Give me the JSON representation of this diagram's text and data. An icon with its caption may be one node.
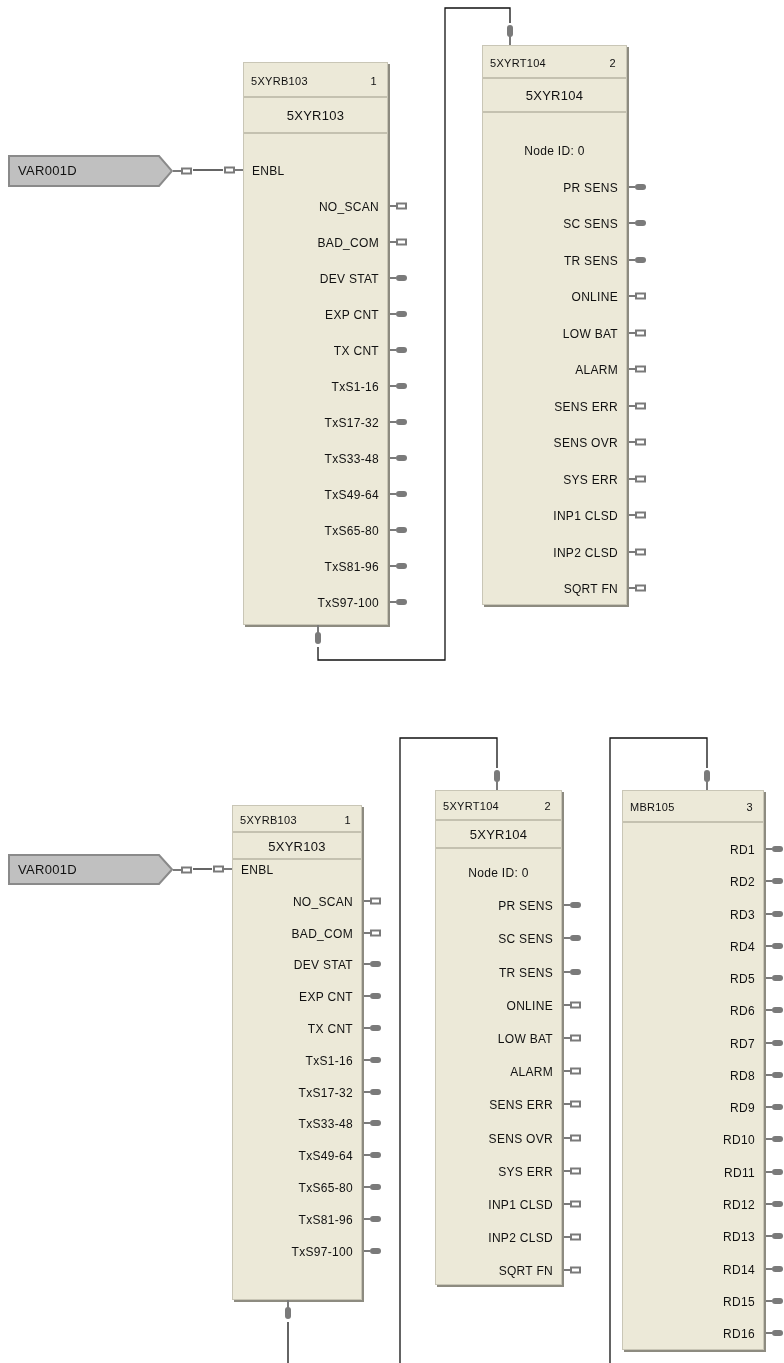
{
  "diagram": {
    "nodes": [
      {
        "text": [
          "VAR001D"
        ]
      },
      {
        "text": [
          "5XYRB103",
          "1",
          "5XYR103",
          "ENBL",
          "NO_SCAN",
          "BAD_COM",
          "DEV STAT",
          "EXP CNT",
          "TX CNT",
          "TxS1-16",
          "TxS17-32",
          "TxS33-48",
          "TxS49-64",
          "TxS65-80",
          "TxS81-96",
          "TxS97-100"
        ]
      },
      {
        "text": [
          "5XYRT104",
          "2",
          "5XYR104",
          "Node ID: 0",
          "PR SENS",
          "SC SENS",
          "TR SENS",
          "ONLINE",
          "LOW BAT",
          "ALARM",
          "SENS ERR",
          "SENS OVR",
          "SYS ERR",
          "INP1 CLSD",
          "INP2 CLSD",
          "SQRT FN"
        ]
      },
      {
        "text": [
          "VAR001D"
        ]
      },
      {
        "text": [
          "5XYRB103",
          "1",
          "5XYR103",
          "ENBL",
          "NO_SCAN",
          "BAD_COM",
          "DEV STAT",
          "EXP CNT",
          "TX CNT",
          "TxS1-16",
          "TxS17-32",
          "TxS33-48",
          "TxS49-64",
          "TxS65-80",
          "TxS81-96",
          "TxS97-100"
        ]
      },
      {
        "text": [
          "5XYRT104",
          "2",
          "5XYR104",
          "Node ID: 0",
          "PR SENS",
          "SC SENS",
          "TR SENS",
          "ONLINE",
          "LOW BAT",
          "ALARM",
          "SENS ERR",
          "SENS OVR",
          "SYS ERR",
          "INP1 CLSD",
          "INP2 CLSD",
          "SQRT FN"
        ]
      },
      {
        "text": [
          "MBR105",
          "3",
          "RD1",
          "RD2",
          "RD3",
          "RD4",
          "RD5",
          "RD6",
          "RD7",
          "RD8",
          "RD9",
          "RD10",
          "RD11",
          "RD12",
          "RD13",
          "RD14",
          "RD15",
          "RD16"
        ]
      }
    ],
    "edges": [
      {
        "from": 0,
        "to": 1,
        "arrow": "none"
      },
      {
        "from": 1,
        "to": 2,
        "arrow": "none"
      },
      {
        "from": 3,
        "to": 4,
        "arrow": "none"
      },
      {
        "from": 4,
        "to": null,
        "arrow": "none"
      },
      {
        "from": null,
        "to": 5,
        "arrow": "none"
      },
      {
        "from": null,
        "to": 6,
        "arrow": "none"
      }
    ]
  }
}
